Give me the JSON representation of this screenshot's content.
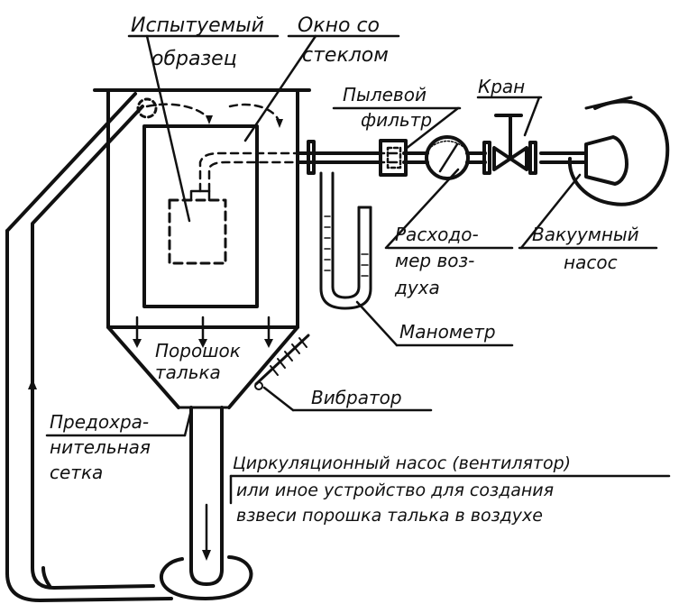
{
  "colors": {
    "ink": "#111111",
    "paper": "#ffffff"
  },
  "labels": {
    "sample_l1": "Испытуемый",
    "sample_l2": "образец",
    "window_l1": "Окно со",
    "window_l2": "стеклом",
    "filter_l1": "Пылевой",
    "filter_l2": "фильтр",
    "valve": "Кран",
    "flowmeter_l1": "Расходо-",
    "flowmeter_l2": "мер воз-",
    "flowmeter_l3": "духа",
    "pump_l1": "Вакуумный",
    "pump_l2": "насос",
    "manometer": "Манометр",
    "talc_l1": "Порошок",
    "talc_l2": "талька",
    "vibrator": "Вибратор",
    "mesh_l1": "Предохра-",
    "mesh_l2": "нительная",
    "mesh_l3": "сетка",
    "circ_l1": "Циркуляционный насос (вентилятор)",
    "circ_l2": "или иное устройство для создания",
    "circ_l3": "взвеси порошка талька в воздухе"
  },
  "icons": [
    "vacuum-pump-icon",
    "flowmeter-dial-icon",
    "valve-icon",
    "dust-filter-icon",
    "manometer-u-tube-icon",
    "vibrator-icon"
  ]
}
